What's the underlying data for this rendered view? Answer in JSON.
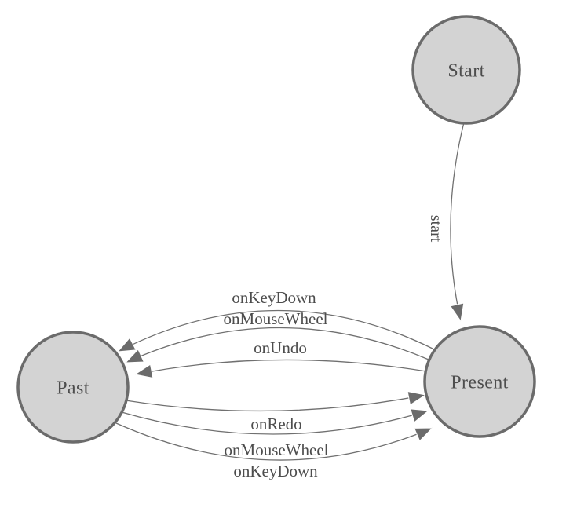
{
  "diagram": {
    "type": "state-machine",
    "nodes": [
      {
        "id": "start",
        "label": "Start"
      },
      {
        "id": "present",
        "label": "Present"
      },
      {
        "id": "past",
        "label": "Past"
      }
    ],
    "edges": [
      {
        "id": "start-to-present",
        "label": "start",
        "from": "Start",
        "to": "Present"
      },
      {
        "id": "present-to-past-onkeydown",
        "label": "onKeyDown",
        "from": "Present",
        "to": "Past"
      },
      {
        "id": "present-to-past-onmousewheel",
        "label": "onMouseWheel",
        "from": "Present",
        "to": "Past"
      },
      {
        "id": "present-to-past-onundo",
        "label": "onUndo",
        "from": "Present",
        "to": "Past"
      },
      {
        "id": "past-to-present-onredo",
        "label": "onRedo",
        "from": "Past",
        "to": "Present"
      },
      {
        "id": "past-to-present-onmousewheel",
        "label": "onMouseWheel",
        "from": "Past",
        "to": "Present"
      },
      {
        "id": "past-to-present-onkeydown",
        "label": "onKeyDown",
        "from": "Past",
        "to": "Present"
      }
    ],
    "colors": {
      "background": "#ffffff",
      "node_fill": "#d3d3d3",
      "node_stroke": "#6b6b6b",
      "edge_stroke": "#707070",
      "arrow_fill": "#6b6b6b",
      "label_text": "#4d4d4d"
    }
  }
}
